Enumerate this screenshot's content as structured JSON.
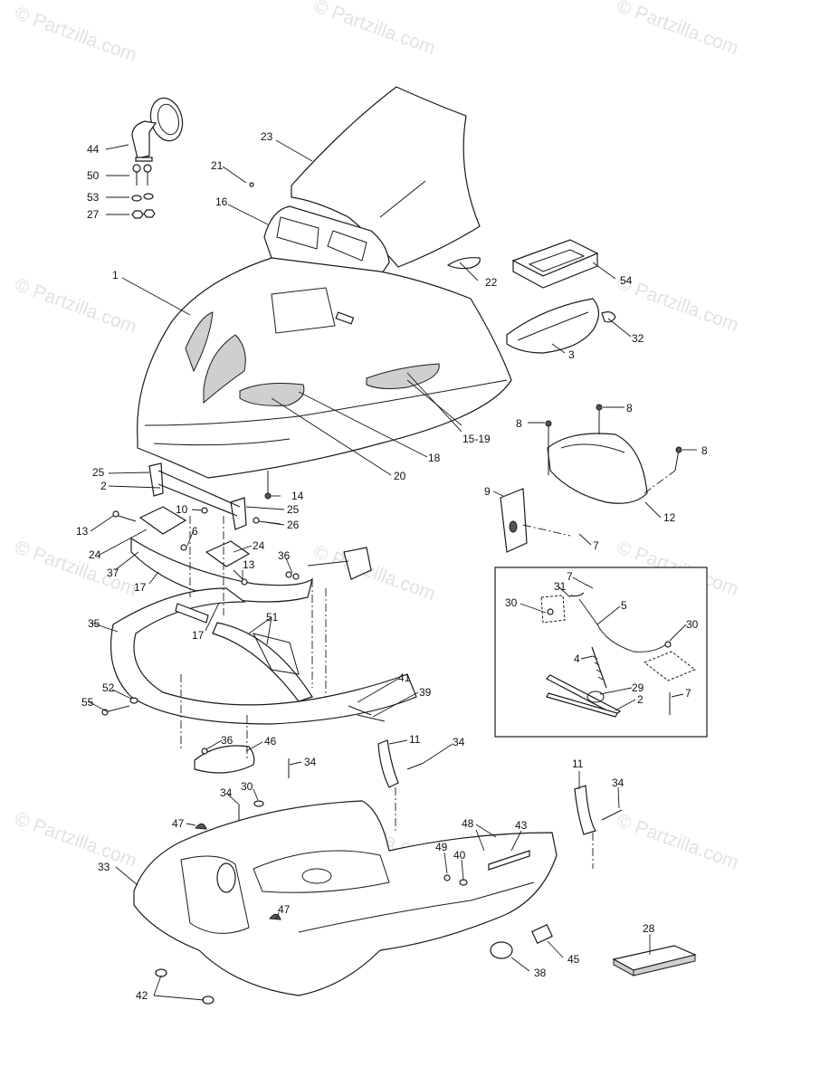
{
  "watermark": {
    "text": "© Partzilla.com",
    "center_text": "© Partzilla.com"
  },
  "callouts": [
    {
      "id": "c44",
      "text": "44"
    },
    {
      "id": "c50",
      "text": "50"
    },
    {
      "id": "c53",
      "text": "53"
    },
    {
      "id": "c27",
      "text": "27"
    },
    {
      "id": "c23",
      "text": "23"
    },
    {
      "id": "c21",
      "text": "21"
    },
    {
      "id": "c16",
      "text": "16"
    },
    {
      "id": "c1",
      "text": "1"
    },
    {
      "id": "c22",
      "text": "22"
    },
    {
      "id": "c54",
      "text": "54"
    },
    {
      "id": "c32",
      "text": "32"
    },
    {
      "id": "c3",
      "text": "3"
    },
    {
      "id": "c15-19",
      "text": "15-19"
    },
    {
      "id": "c18",
      "text": "18"
    },
    {
      "id": "c20",
      "text": "20"
    },
    {
      "id": "c14",
      "text": "14"
    },
    {
      "id": "c8a",
      "text": "8"
    },
    {
      "id": "c8b",
      "text": "8"
    },
    {
      "id": "c8c",
      "text": "8"
    },
    {
      "id": "c9",
      "text": "9"
    },
    {
      "id": "c12",
      "text": "12"
    },
    {
      "id": "c7a",
      "text": "7"
    },
    {
      "id": "c25a",
      "text": "25"
    },
    {
      "id": "c2a",
      "text": "2"
    },
    {
      "id": "c10",
      "text": "10"
    },
    {
      "id": "c25b",
      "text": "25"
    },
    {
      "id": "c26",
      "text": "26"
    },
    {
      "id": "c13a",
      "text": "13"
    },
    {
      "id": "c6",
      "text": "6"
    },
    {
      "id": "c24a",
      "text": "24"
    },
    {
      "id": "c24b",
      "text": "24"
    },
    {
      "id": "c37",
      "text": "37"
    },
    {
      "id": "c13b",
      "text": "13"
    },
    {
      "id": "c36a",
      "text": "36"
    },
    {
      "id": "c17a",
      "text": "17"
    },
    {
      "id": "c17b",
      "text": "17"
    },
    {
      "id": "c35",
      "text": "35"
    },
    {
      "id": "c51",
      "text": "51"
    },
    {
      "id": "c52",
      "text": "52"
    },
    {
      "id": "c55",
      "text": "55"
    },
    {
      "id": "c41",
      "text": "41"
    },
    {
      "id": "c39",
      "text": "39"
    },
    {
      "id": "c7b",
      "text": "7"
    },
    {
      "id": "c31",
      "text": "31"
    },
    {
      "id": "c30a",
      "text": "30"
    },
    {
      "id": "c5",
      "text": "5"
    },
    {
      "id": "c30b",
      "text": "30"
    },
    {
      "id": "c4",
      "text": "4"
    },
    {
      "id": "c29",
      "text": "29"
    },
    {
      "id": "c2b",
      "text": "2"
    },
    {
      "id": "c7c",
      "text": "7"
    },
    {
      "id": "c36b",
      "text": "36"
    },
    {
      "id": "c46",
      "text": "46"
    },
    {
      "id": "c11a",
      "text": "11"
    },
    {
      "id": "c34a",
      "text": "34"
    },
    {
      "id": "c34b",
      "text": "34"
    },
    {
      "id": "c30c",
      "text": "30"
    },
    {
      "id": "c34c",
      "text": "34"
    },
    {
      "id": "c11b",
      "text": "11"
    },
    {
      "id": "c34d",
      "text": "34"
    },
    {
      "id": "c47a",
      "text": "47"
    },
    {
      "id": "c33",
      "text": "33"
    },
    {
      "id": "c48",
      "text": "48"
    },
    {
      "id": "c43",
      "text": "43"
    },
    {
      "id": "c49",
      "text": "49"
    },
    {
      "id": "c40",
      "text": "40"
    },
    {
      "id": "c47b",
      "text": "47"
    },
    {
      "id": "c28",
      "text": "28"
    },
    {
      "id": "c45",
      "text": "45"
    },
    {
      "id": "c38",
      "text": "38"
    },
    {
      "id": "c42",
      "text": "42"
    }
  ]
}
